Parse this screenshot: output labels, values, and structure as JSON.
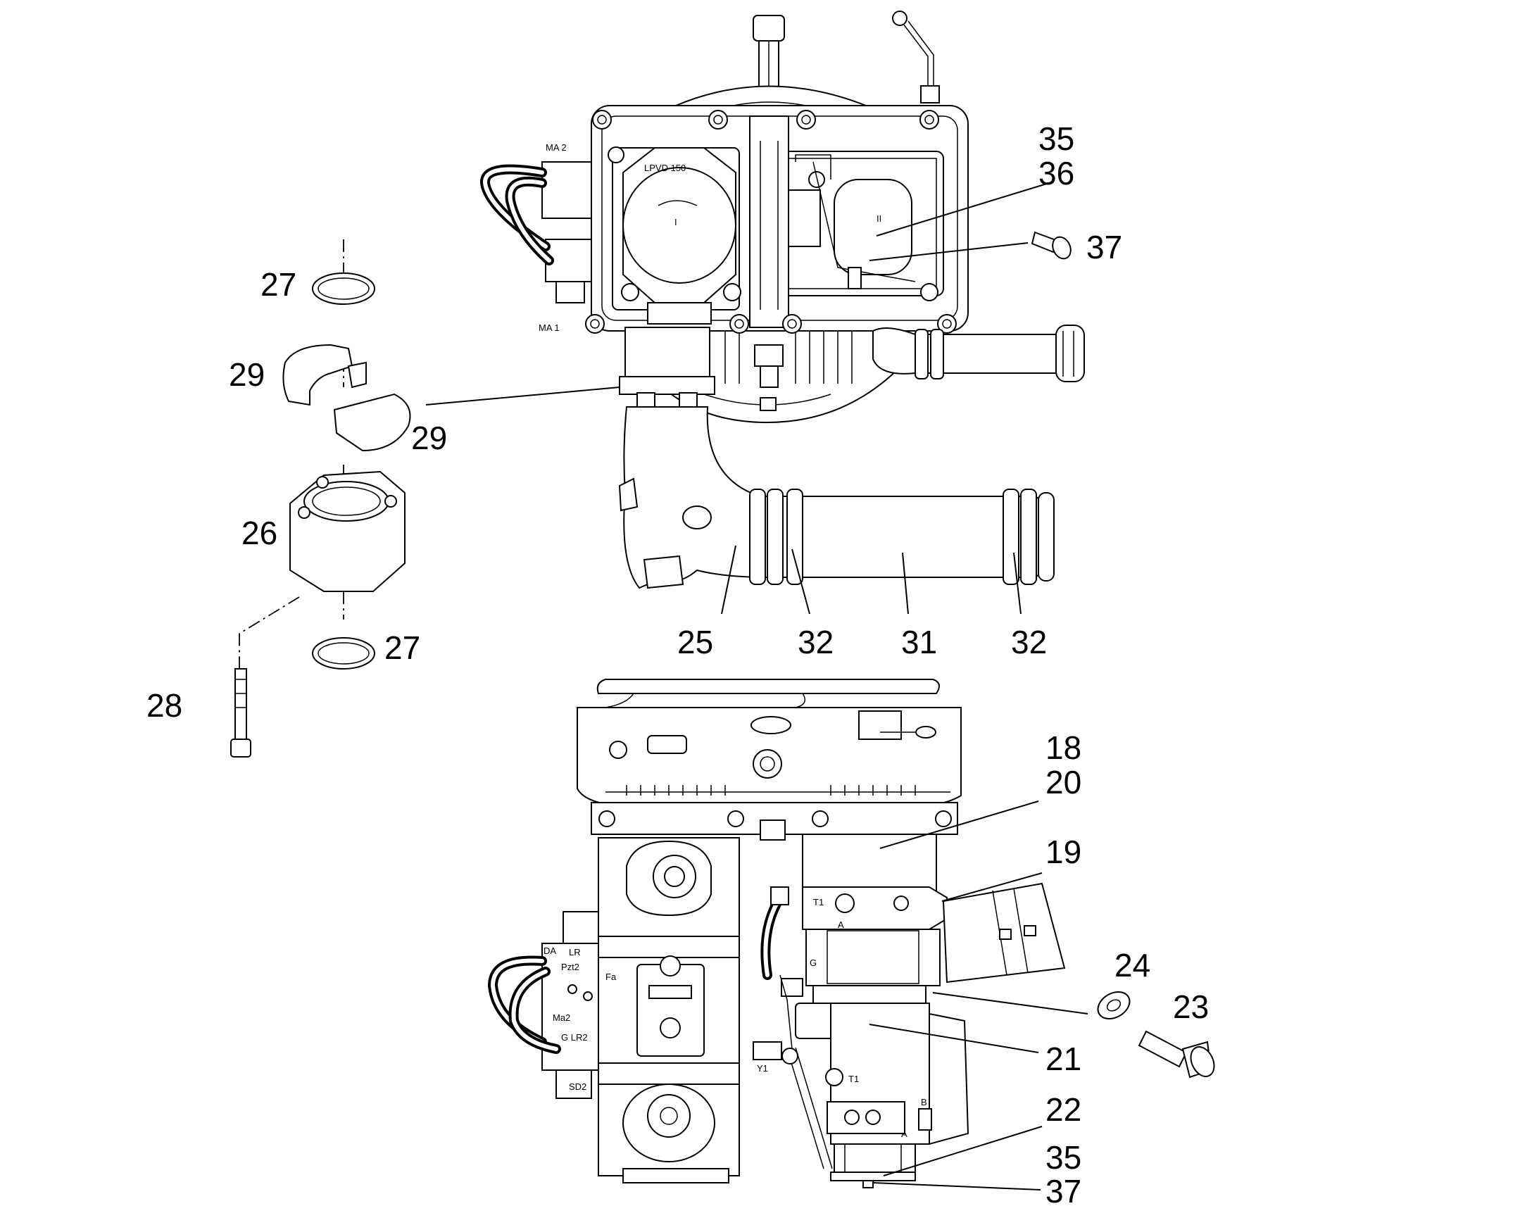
{
  "labels": {
    "upper_pump_model": "LPVD 150",
    "upper_port_ma2": "MA 2",
    "upper_port_ma1": "MA 1",
    "upper_housing_i": "I",
    "upper_housing_ii": "II",
    "lower_ports": {
      "da": "DA",
      "lr": "LR",
      "pzt2": "Pzt2",
      "fa": "Fa",
      "ma2": "Ma2",
      "glr2": "G LR2",
      "sd2": "SD2",
      "t1_upper": "T1",
      "a_upper": "A",
      "g": "G",
      "y1": "Y1",
      "t1_lower": "T1",
      "b": "B",
      "a_lower": "A"
    }
  },
  "callouts": {
    "c35_top": "35",
    "c36": "36",
    "c37_top": "37",
    "c27_top": "27",
    "c29_left": "29",
    "c29_right": "29",
    "c26": "26",
    "c27_bottom": "27",
    "c28": "28",
    "c25": "25",
    "c32_left": "32",
    "c31": "31",
    "c32_right": "32",
    "c18": "18",
    "c20": "20",
    "c19": "19",
    "c24": "24",
    "c23": "23",
    "c21": "21",
    "c22": "22",
    "c35_bottom": "35",
    "c37_bottom": "37"
  }
}
